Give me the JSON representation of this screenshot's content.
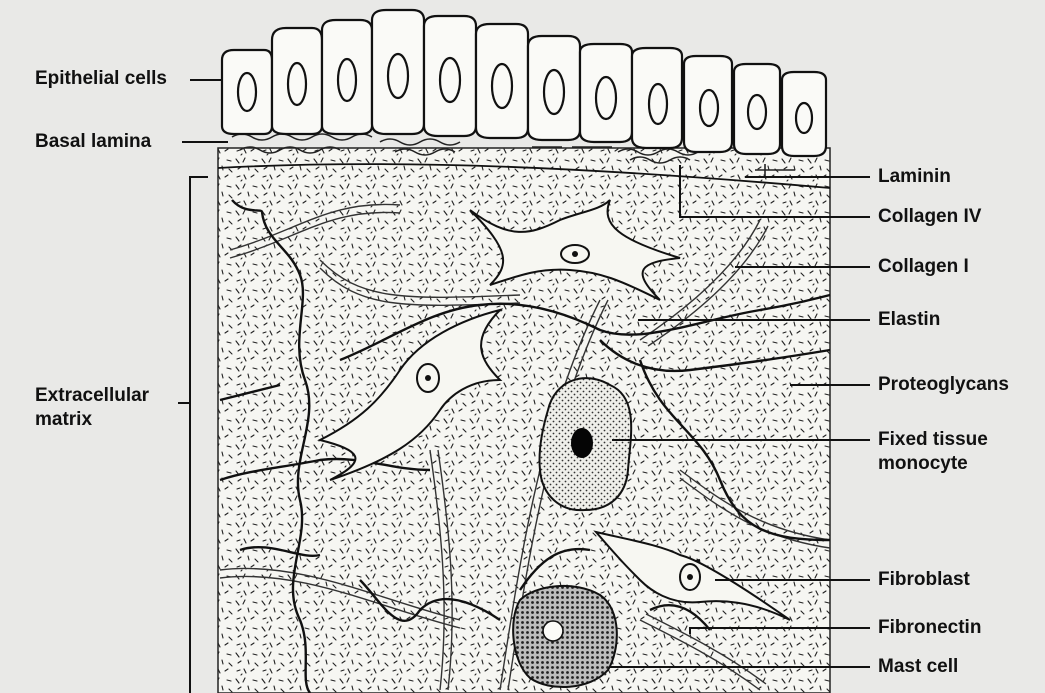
{
  "figure": {
    "labels_left": {
      "epithelial_cells": "Epithelial cells",
      "basal_lamina": "Basal lamina",
      "extracellular_matrix": "Extracellular\nmatrix"
    },
    "labels_right": {
      "laminin": "Laminin",
      "collagen_iv": "Collagen IV",
      "collagen_i": "Collagen I",
      "elastin": "Elastin",
      "proteoglycans": "Proteoglycans",
      "fixed_tissue_monocyte": "Fixed tissue\nmonocyte",
      "fibroblast": "Fibroblast",
      "fibronectin": "Fibronectin",
      "mast_cell": "Mast cell"
    }
  }
}
